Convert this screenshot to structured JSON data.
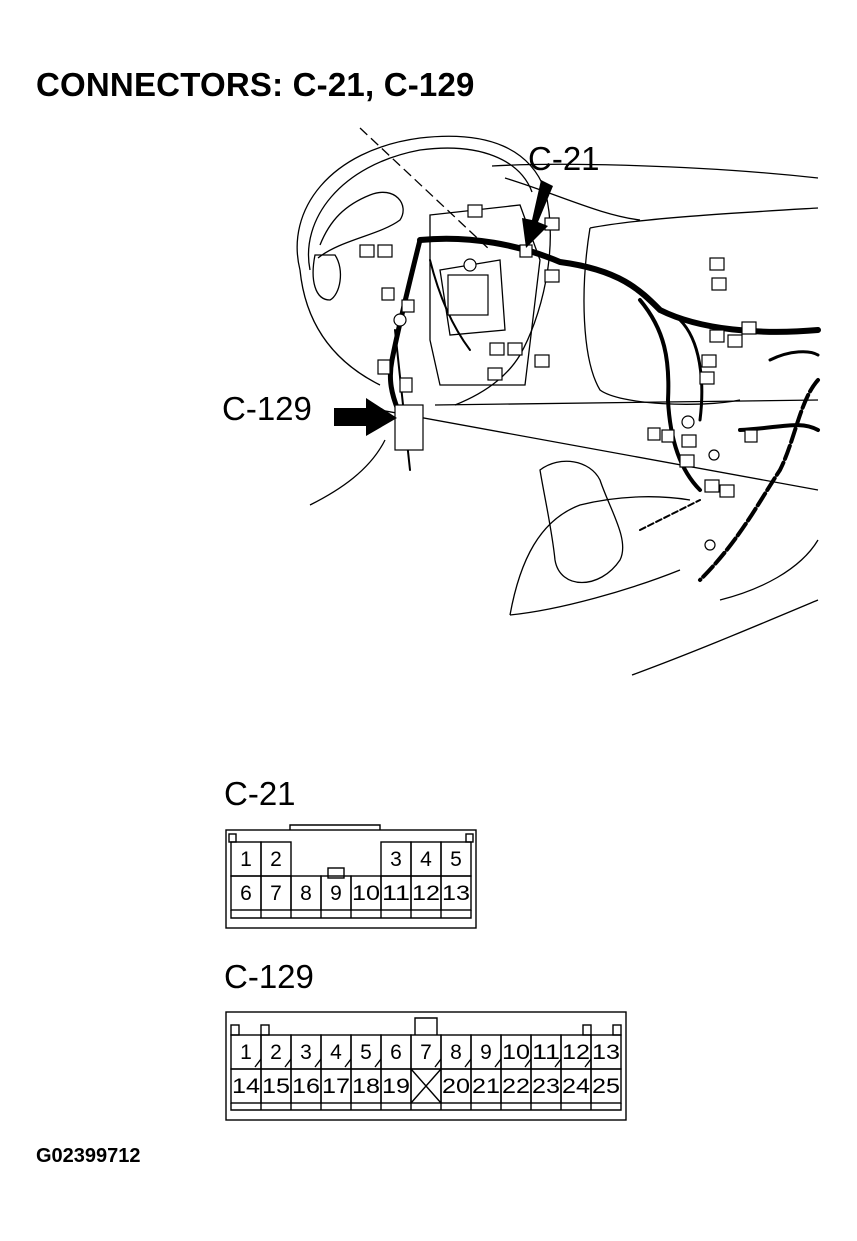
{
  "title": "CONNECTORS: C-21, C-129",
  "figure_id": "G02399712",
  "callouts": {
    "c21": "C-21",
    "c129": "C-129"
  },
  "connectors": [
    {
      "name": "C-21",
      "top_row": [
        "1",
        "2",
        "",
        "",
        "",
        "3",
        "4",
        "5"
      ],
      "bottom_row": [
        "6",
        "7",
        "8",
        "9",
        "10",
        "11",
        "12",
        "13"
      ]
    },
    {
      "name": "C-129",
      "top_row": [
        "1",
        "2",
        "3",
        "4",
        "5",
        "6",
        "7",
        "8",
        "9",
        "10",
        "11",
        "12",
        "13"
      ],
      "bottom_row": [
        "14",
        "15",
        "16",
        "17",
        "18",
        "19",
        "",
        "20",
        "21",
        "22",
        "23",
        "24",
        "25"
      ]
    }
  ]
}
